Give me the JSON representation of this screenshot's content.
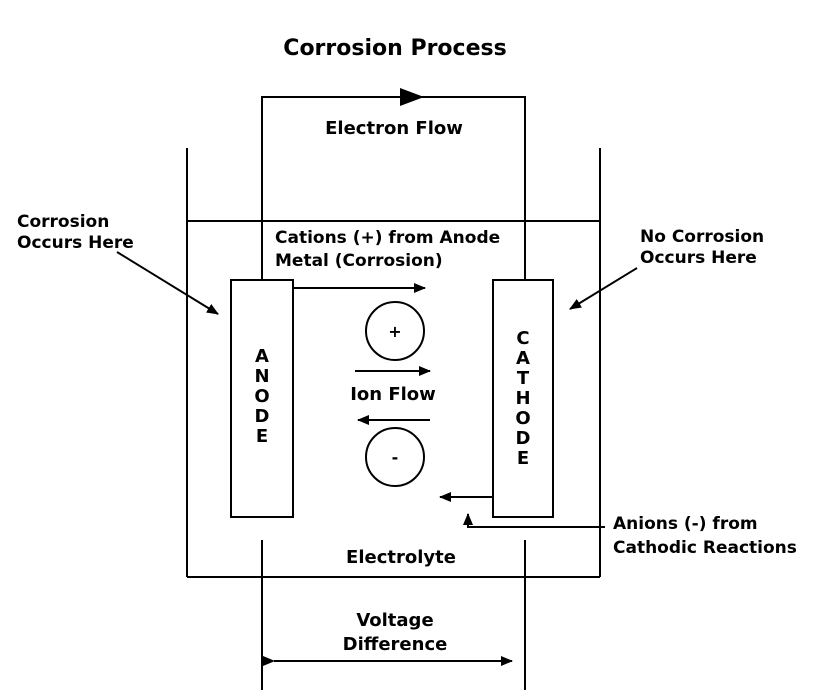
{
  "title": "Corrosion Process",
  "labels": {
    "electron_flow": "Electron Flow",
    "corrosion_occurs_1": "Corrosion",
    "corrosion_occurs_2": "Occurs Here",
    "no_corrosion_1": "No Corrosion",
    "no_corrosion_2": "Occurs Here",
    "cations_1": "Cations (+) from Anode",
    "cations_2": "Metal (Corrosion)",
    "ion_flow": "Ion Flow",
    "anions_1": "Anions (-) from",
    "anions_2": "Cathodic Reactions",
    "electrolyte": "Electrolyte",
    "voltage_1": "Voltage",
    "voltage_2": "Difference"
  },
  "anode_letters": [
    "A",
    "N",
    "O",
    "D",
    "E"
  ],
  "cathode_letters": [
    "C",
    "A",
    "T",
    "H",
    "O",
    "D",
    "E"
  ],
  "ions": {
    "positive": "+",
    "negative": "-"
  },
  "colors": {
    "ink": "#000000",
    "background": "#ffffff"
  }
}
